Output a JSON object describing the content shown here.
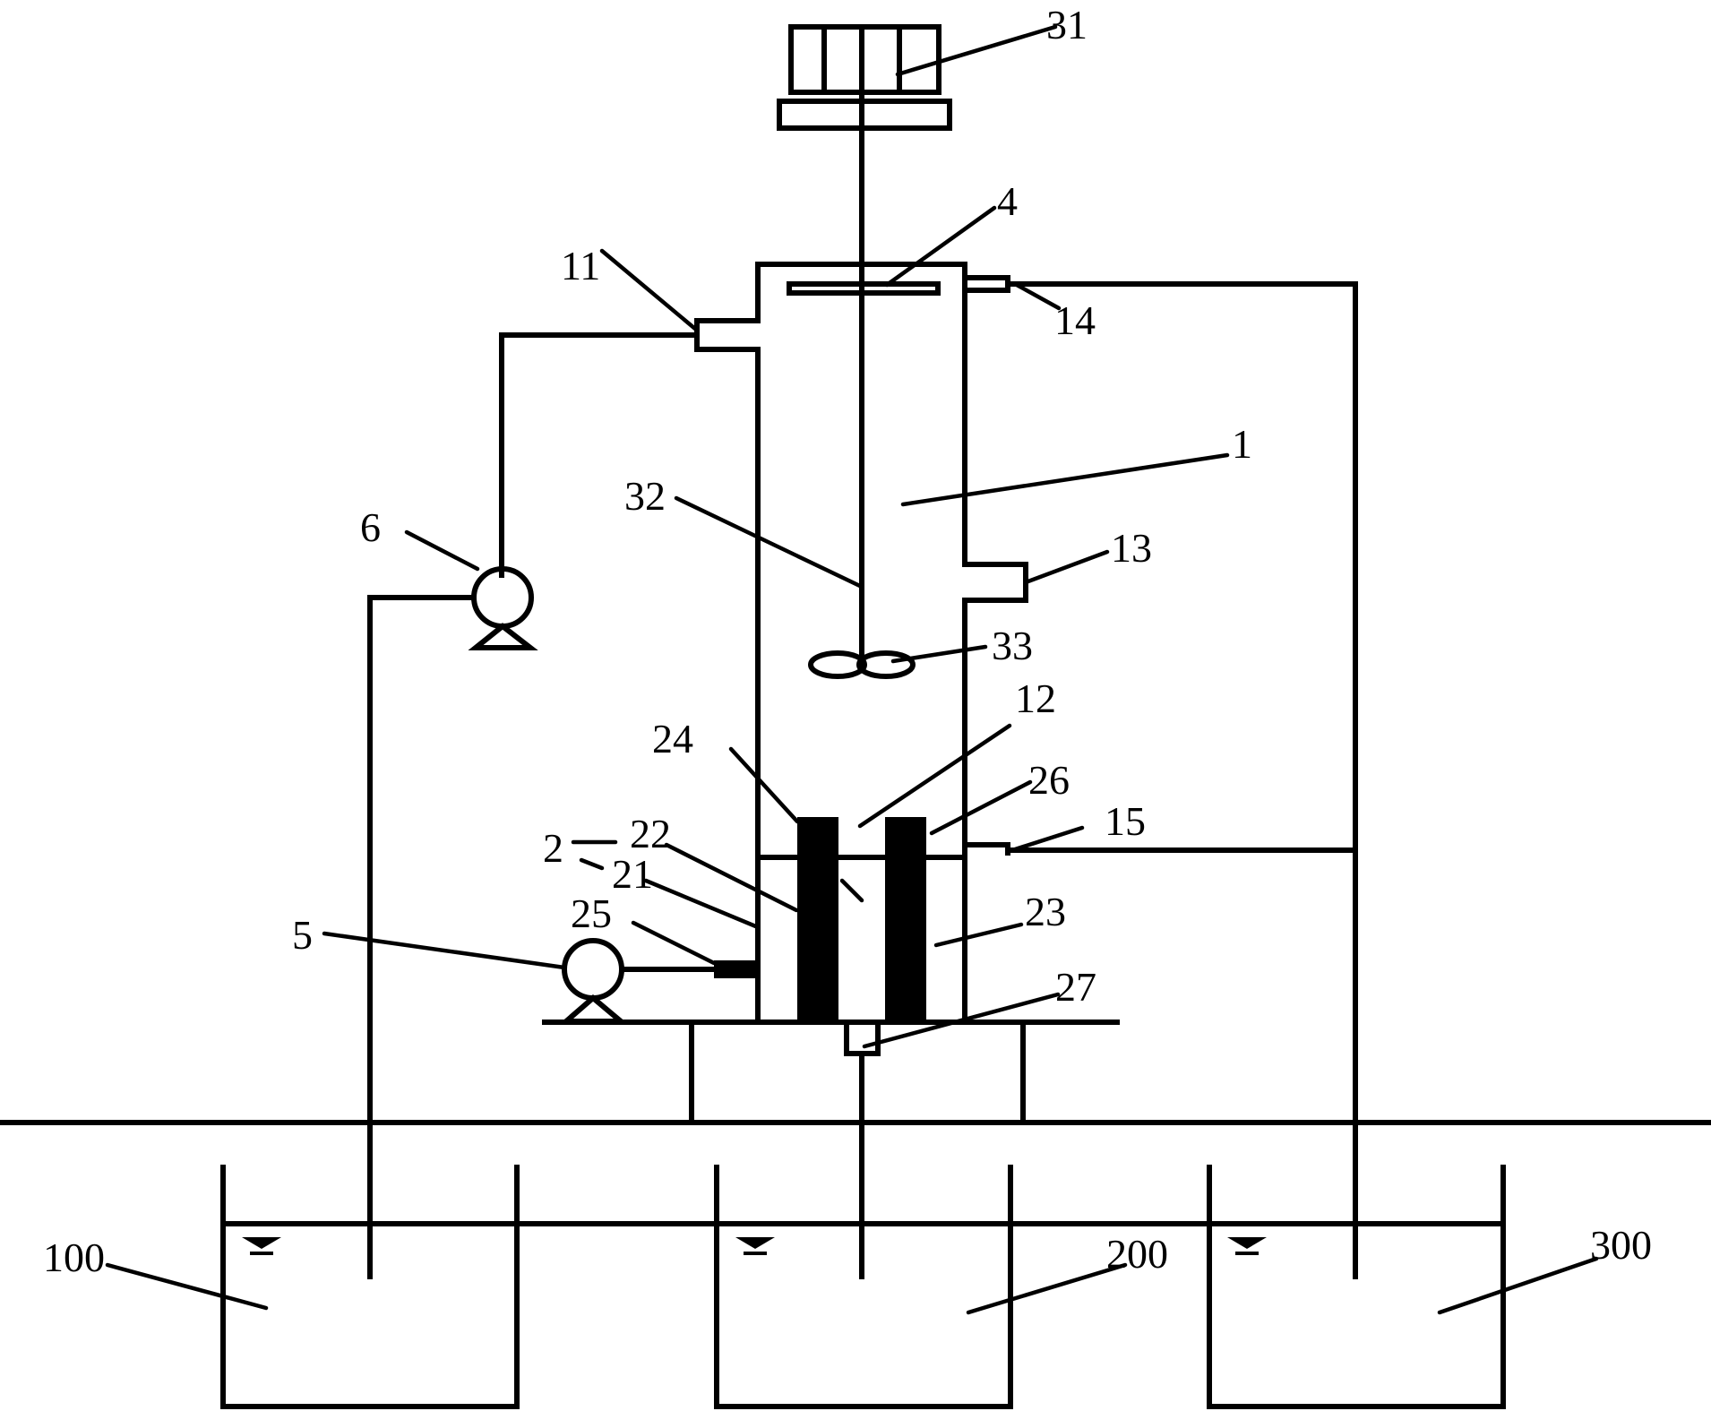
{
  "diagram": {
    "colors": {
      "line": "#000000",
      "background": "#ffffff"
    },
    "labels": {
      "l1": "1",
      "l2": "2",
      "l4": "4",
      "l5": "5",
      "l6": "6",
      "l11": "11",
      "l12": "12",
      "l13": "13",
      "l14": "14",
      "l15": "15",
      "l21": "21",
      "l22": "22",
      "l23": "23",
      "l24": "24",
      "l25": "25",
      "l26": "26",
      "l27": "27",
      "l31": "31",
      "l32": "32",
      "l33": "33",
      "l100": "100",
      "l200": "200",
      "l300": "300"
    }
  }
}
